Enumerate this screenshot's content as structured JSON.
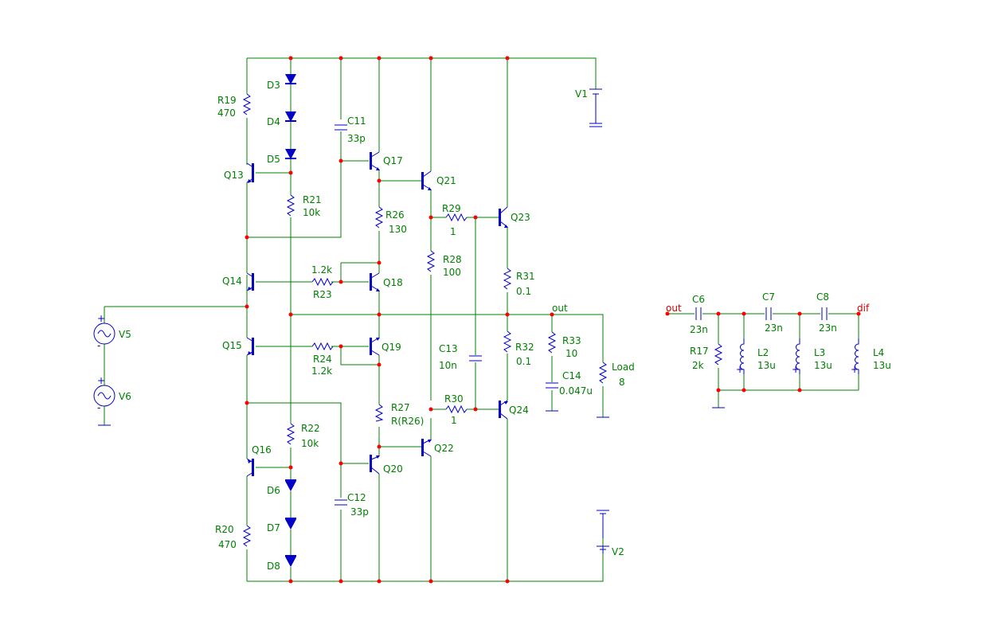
{
  "colors": {
    "wire": "#008000",
    "component": "#0000c8",
    "node": "#ff0000",
    "net_label": "#d00000",
    "background": "#ffffff"
  },
  "components": [
    {
      "ref": "R19",
      "value": "470"
    },
    {
      "ref": "D3"
    },
    {
      "ref": "D4"
    },
    {
      "ref": "D5"
    },
    {
      "ref": "C11",
      "value": "33p"
    },
    {
      "ref": "Q17"
    },
    {
      "ref": "Q21"
    },
    {
      "ref": "Q13"
    },
    {
      "ref": "R21",
      "value": "10k"
    },
    {
      "ref": "R26",
      "value": "130"
    },
    {
      "ref": "R29",
      "value": "1"
    },
    {
      "ref": "Q23"
    },
    {
      "ref": "R28",
      "value": "100"
    },
    {
      "ref": "Q14"
    },
    {
      "ref": "R23",
      "value": "1.2k"
    },
    {
      "ref": "Q18"
    },
    {
      "ref": "R31",
      "value": "0.1"
    },
    {
      "ref": "V1"
    },
    {
      "ref": "V5"
    },
    {
      "ref": "V6"
    },
    {
      "ref": "Q15"
    },
    {
      "ref": "R24",
      "value": "1.2k"
    },
    {
      "ref": "Q19"
    },
    {
      "ref": "C13",
      "value": "10n"
    },
    {
      "ref": "R32",
      "value": "0.1"
    },
    {
      "ref": "R33",
      "value": "10"
    },
    {
      "ref": "C14",
      "value": "0.047u"
    },
    {
      "ref": "Load",
      "value": "8"
    },
    {
      "ref": "R27",
      "value": "R(R26)"
    },
    {
      "ref": "R30",
      "value": "1"
    },
    {
      "ref": "Q24"
    },
    {
      "ref": "Q22"
    },
    {
      "ref": "R22",
      "value": "10k"
    },
    {
      "ref": "Q16"
    },
    {
      "ref": "Q20"
    },
    {
      "ref": "C12",
      "value": "33p"
    },
    {
      "ref": "D6"
    },
    {
      "ref": "D7"
    },
    {
      "ref": "D8"
    },
    {
      "ref": "R20",
      "value": "470"
    },
    {
      "ref": "V2"
    },
    {
      "ref": "C6",
      "value": "23n"
    },
    {
      "ref": "C7",
      "value": "23n"
    },
    {
      "ref": "C8",
      "value": "23n"
    },
    {
      "ref": "R17",
      "value": "2k"
    },
    {
      "ref": "L2",
      "value": "13u"
    },
    {
      "ref": "L3",
      "value": "13u"
    },
    {
      "ref": "L4",
      "value": "13u"
    }
  ],
  "net_labels": {
    "out_main": "out",
    "out_filter": "out",
    "dif": "dif"
  },
  "pins": {
    "plus": "+",
    "minus": "-"
  }
}
